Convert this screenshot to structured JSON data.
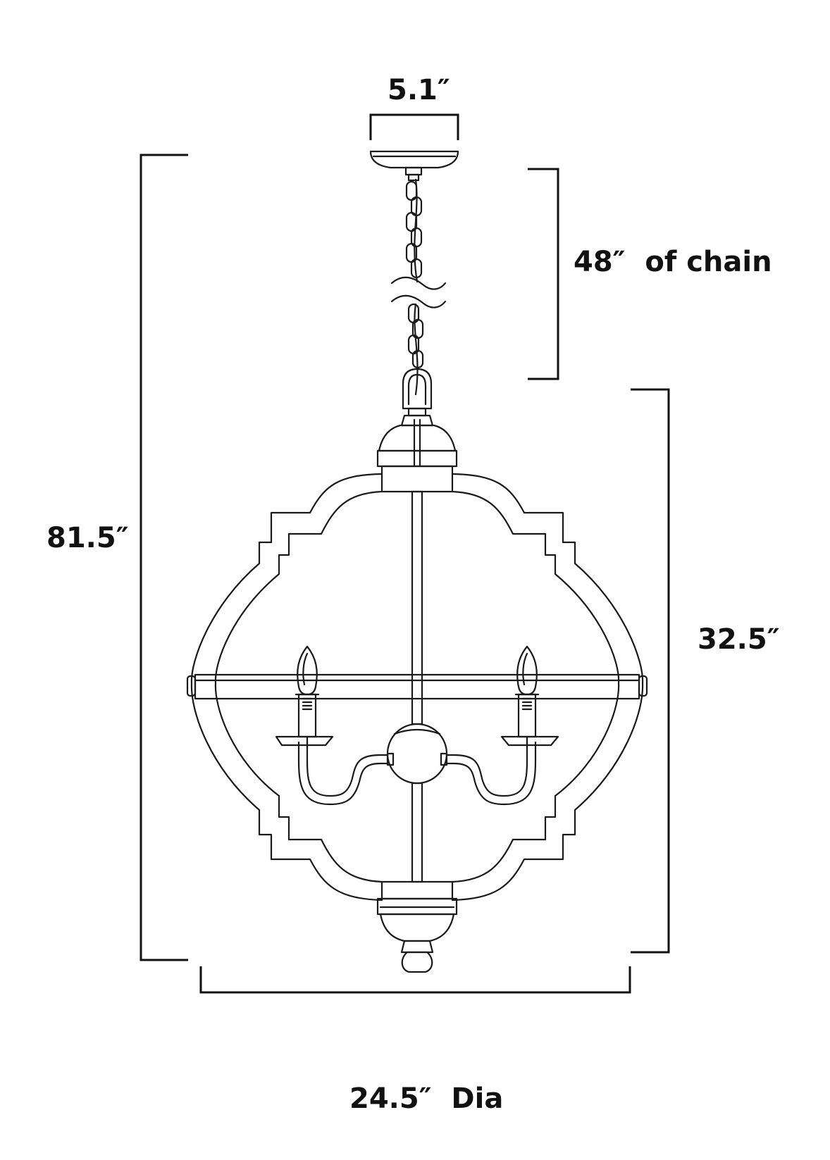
{
  "dimensions": {
    "canopy_width": "5.1″",
    "chain_length": "48″  of chain",
    "overall_height": "81.5″",
    "body_height": "32.5″",
    "diameter": "24.5″  Dia"
  },
  "colors": {
    "line": "#1a1a1a",
    "background": "#ffffff"
  }
}
